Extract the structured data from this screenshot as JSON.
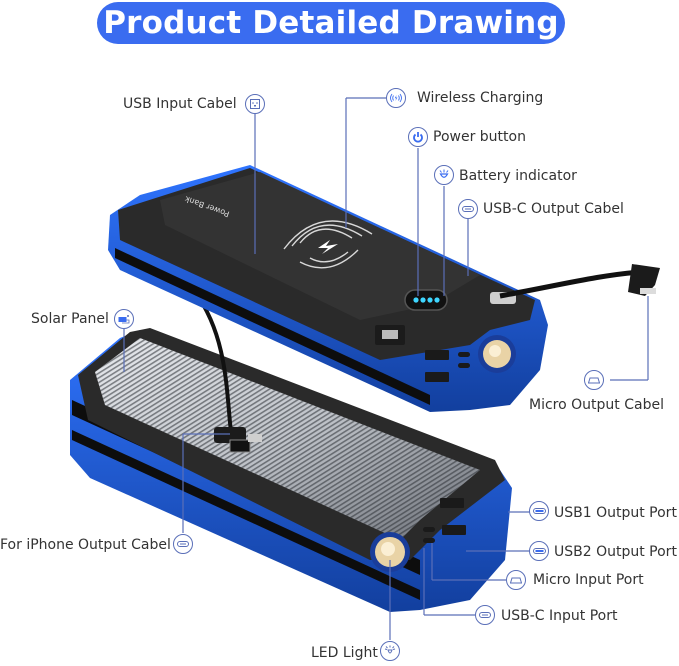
{
  "title": "Product Detailed Drawing",
  "device": {
    "label_text": "Power Bank",
    "colors": {
      "accent_blue": "#3a6cf0",
      "shell_blue": "#1f5fd6",
      "shell_black": "#2a2a2a",
      "leader_line": "#5a6fb8"
    }
  },
  "callouts": [
    {
      "id": "usb-input-cabel",
      "label": "USB  Input Cabel",
      "icon": "usb-port-icon"
    },
    {
      "id": "wireless-charging",
      "label": "Wireless Charging",
      "icon": "wireless-charging-icon"
    },
    {
      "id": "power-button",
      "label": "Power button",
      "icon": "power-icon"
    },
    {
      "id": "battery-indicator",
      "label": "Battery indicator",
      "icon": "battery-indicator-icon"
    },
    {
      "id": "usb-c-output-cabel",
      "label": "USB-C  Output Cabel",
      "icon": "usb-c-icon"
    },
    {
      "id": "solar-panel",
      "label": "Solar Panel",
      "icon": "solar-panel-icon"
    },
    {
      "id": "micro-output-cabel",
      "label": "Micro Output Cabel",
      "icon": "micro-usb-icon"
    },
    {
      "id": "usb1-output-port",
      "label": "USB1 Output Port",
      "icon": "usb-a-icon"
    },
    {
      "id": "usb2-output-port",
      "label": "USB2 Output Port",
      "icon": "usb-a-icon"
    },
    {
      "id": "micro-input-port",
      "label": "Micro  Input Port",
      "icon": "micro-usb-icon"
    },
    {
      "id": "usb-c-input-port",
      "label": "USB-C  Input Port",
      "icon": "usb-c-icon"
    },
    {
      "id": "iphone-output-cabel",
      "label": "For iPhone Output Cabel",
      "icon": "lightning-port-icon"
    },
    {
      "id": "led-light",
      "label": "LED Light",
      "icon": "led-bulb-icon"
    }
  ]
}
